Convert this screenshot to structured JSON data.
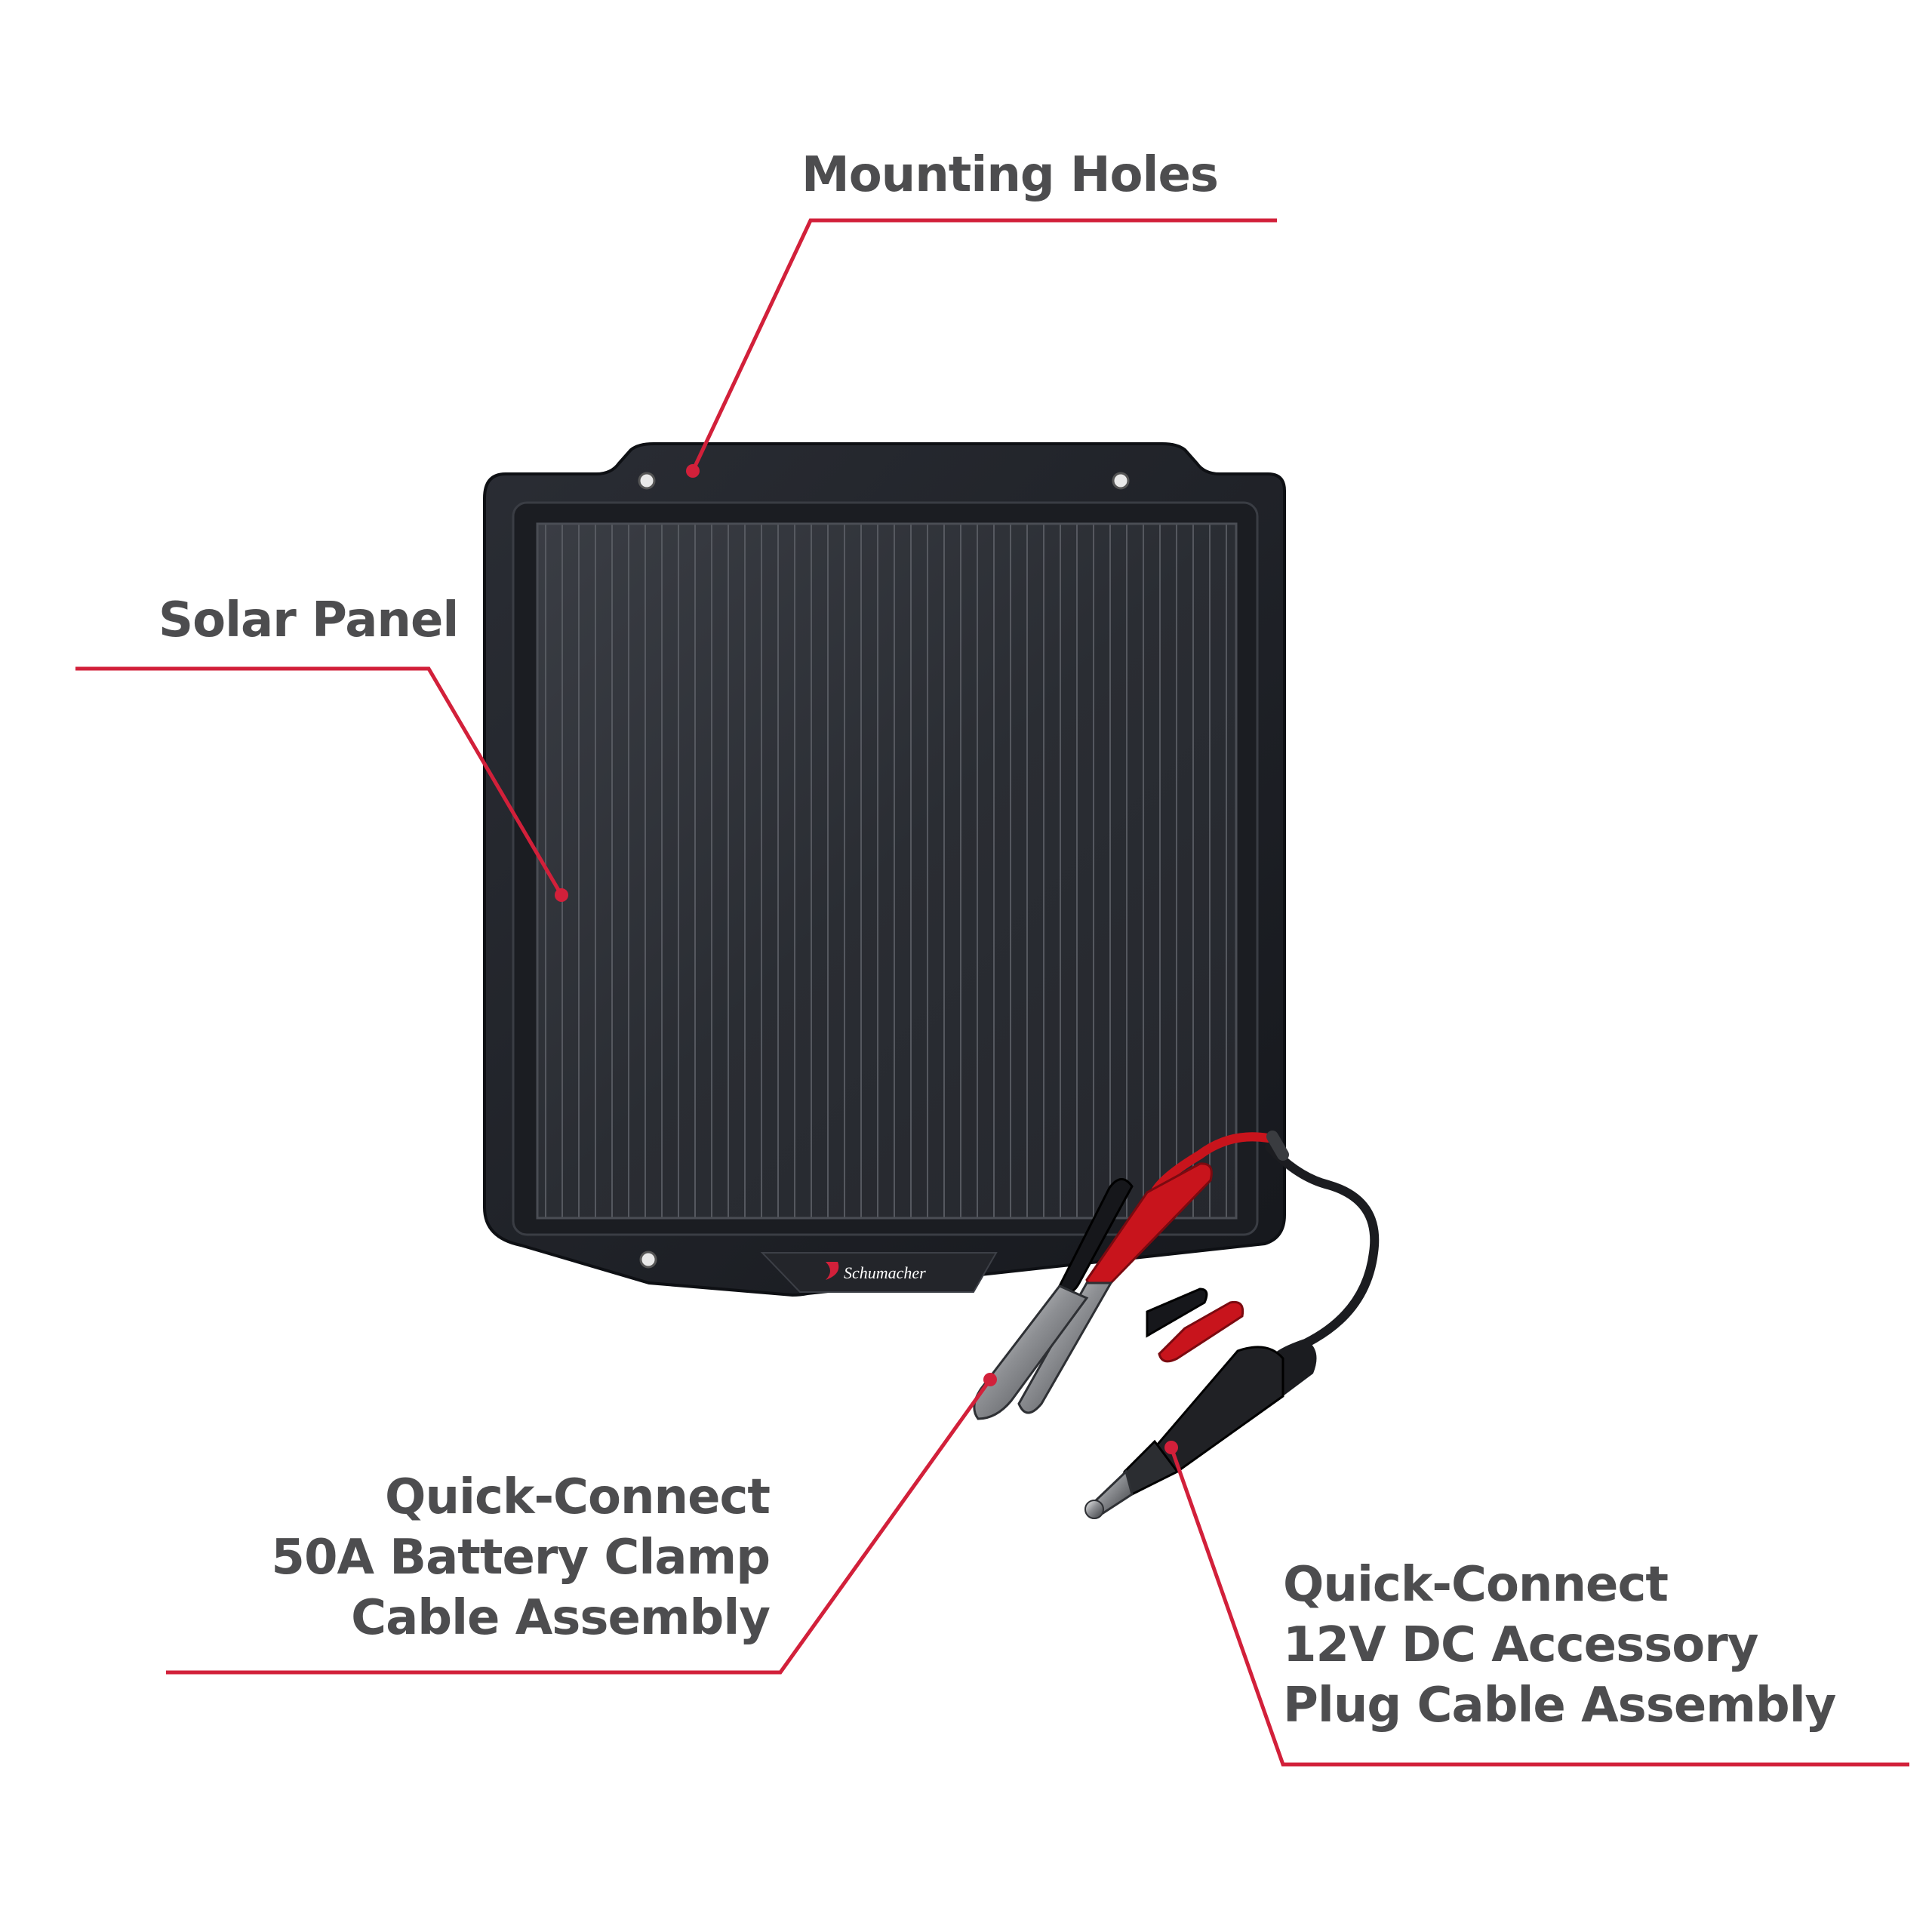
{
  "callouts": {
    "mounting_holes": {
      "label": "Mounting Holes"
    },
    "solar_panel": {
      "label": "Solar Panel"
    },
    "battery_clamp": {
      "lines": [
        "Quick-Connect",
        "50A Battery Clamp",
        "Cable Assembly"
      ]
    },
    "accessory_plug": {
      "lines": [
        "Quick-Connect",
        "12V DC Accessory",
        "Plug Cable Assembly"
      ]
    }
  },
  "brand_logo": {
    "text": "Schumacher"
  },
  "colors": {
    "callout_line": "#d2203a",
    "label_text": "#4d4d4f",
    "panel_frame": "#1e2128",
    "solar_cell": "#2b2e35",
    "clamp_red": "#c8141c"
  }
}
